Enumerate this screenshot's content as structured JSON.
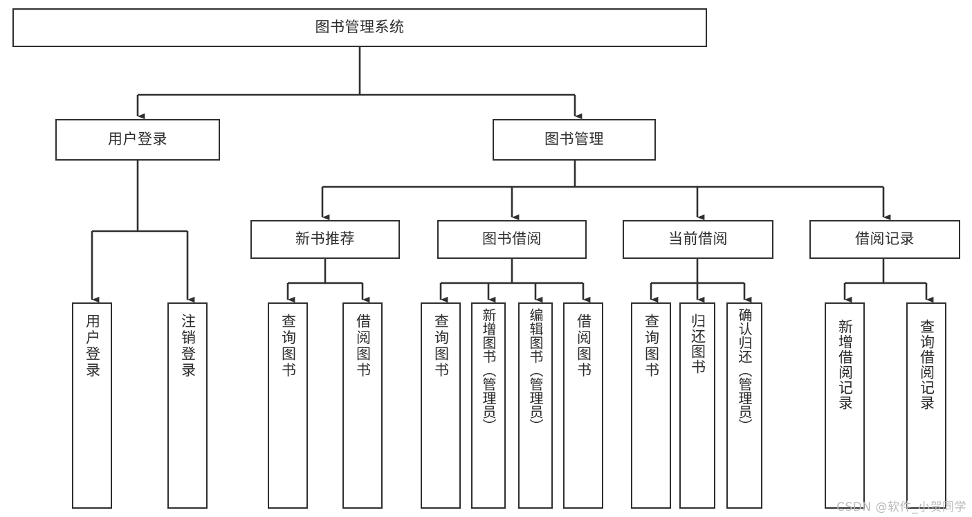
{
  "diagram": {
    "title": "图书管理系统",
    "type": "tree-hierarchy-chart",
    "root": {
      "label": "图书管理系统"
    },
    "level2": [
      {
        "label": "用户登录"
      },
      {
        "label": "图书管理"
      }
    ],
    "level3": [
      {
        "label": "新书推荐"
      },
      {
        "label": "图书借阅"
      },
      {
        "label": "当前借阅"
      },
      {
        "label": "借阅记录"
      }
    ],
    "leaves": {
      "user_login": [
        {
          "label": "用户登录"
        },
        {
          "label": "注销登录"
        }
      ],
      "new_book_recommend": [
        {
          "label": "查询图书"
        },
        {
          "label": "借阅图书"
        }
      ],
      "book_borrow": [
        {
          "label": "查询图书"
        },
        {
          "label": "新增图书（管理员）"
        },
        {
          "label": "编辑图书（管理员）"
        },
        {
          "label": "借阅图书"
        }
      ],
      "current_borrow": [
        {
          "label": "查询图书"
        },
        {
          "label": "归还图书"
        },
        {
          "label": "确认归还（管理员）"
        }
      ],
      "borrow_record": [
        {
          "label": "新增借阅记录"
        },
        {
          "label": "查询借阅记录"
        }
      ]
    }
  },
  "watermark": {
    "text": "CSDN @软件_小贺同学"
  },
  "colors": {
    "stroke": "#2f2f2f",
    "text": "#2b2b2b",
    "background": "#ffffff",
    "watermark": "#b9b9b9"
  }
}
